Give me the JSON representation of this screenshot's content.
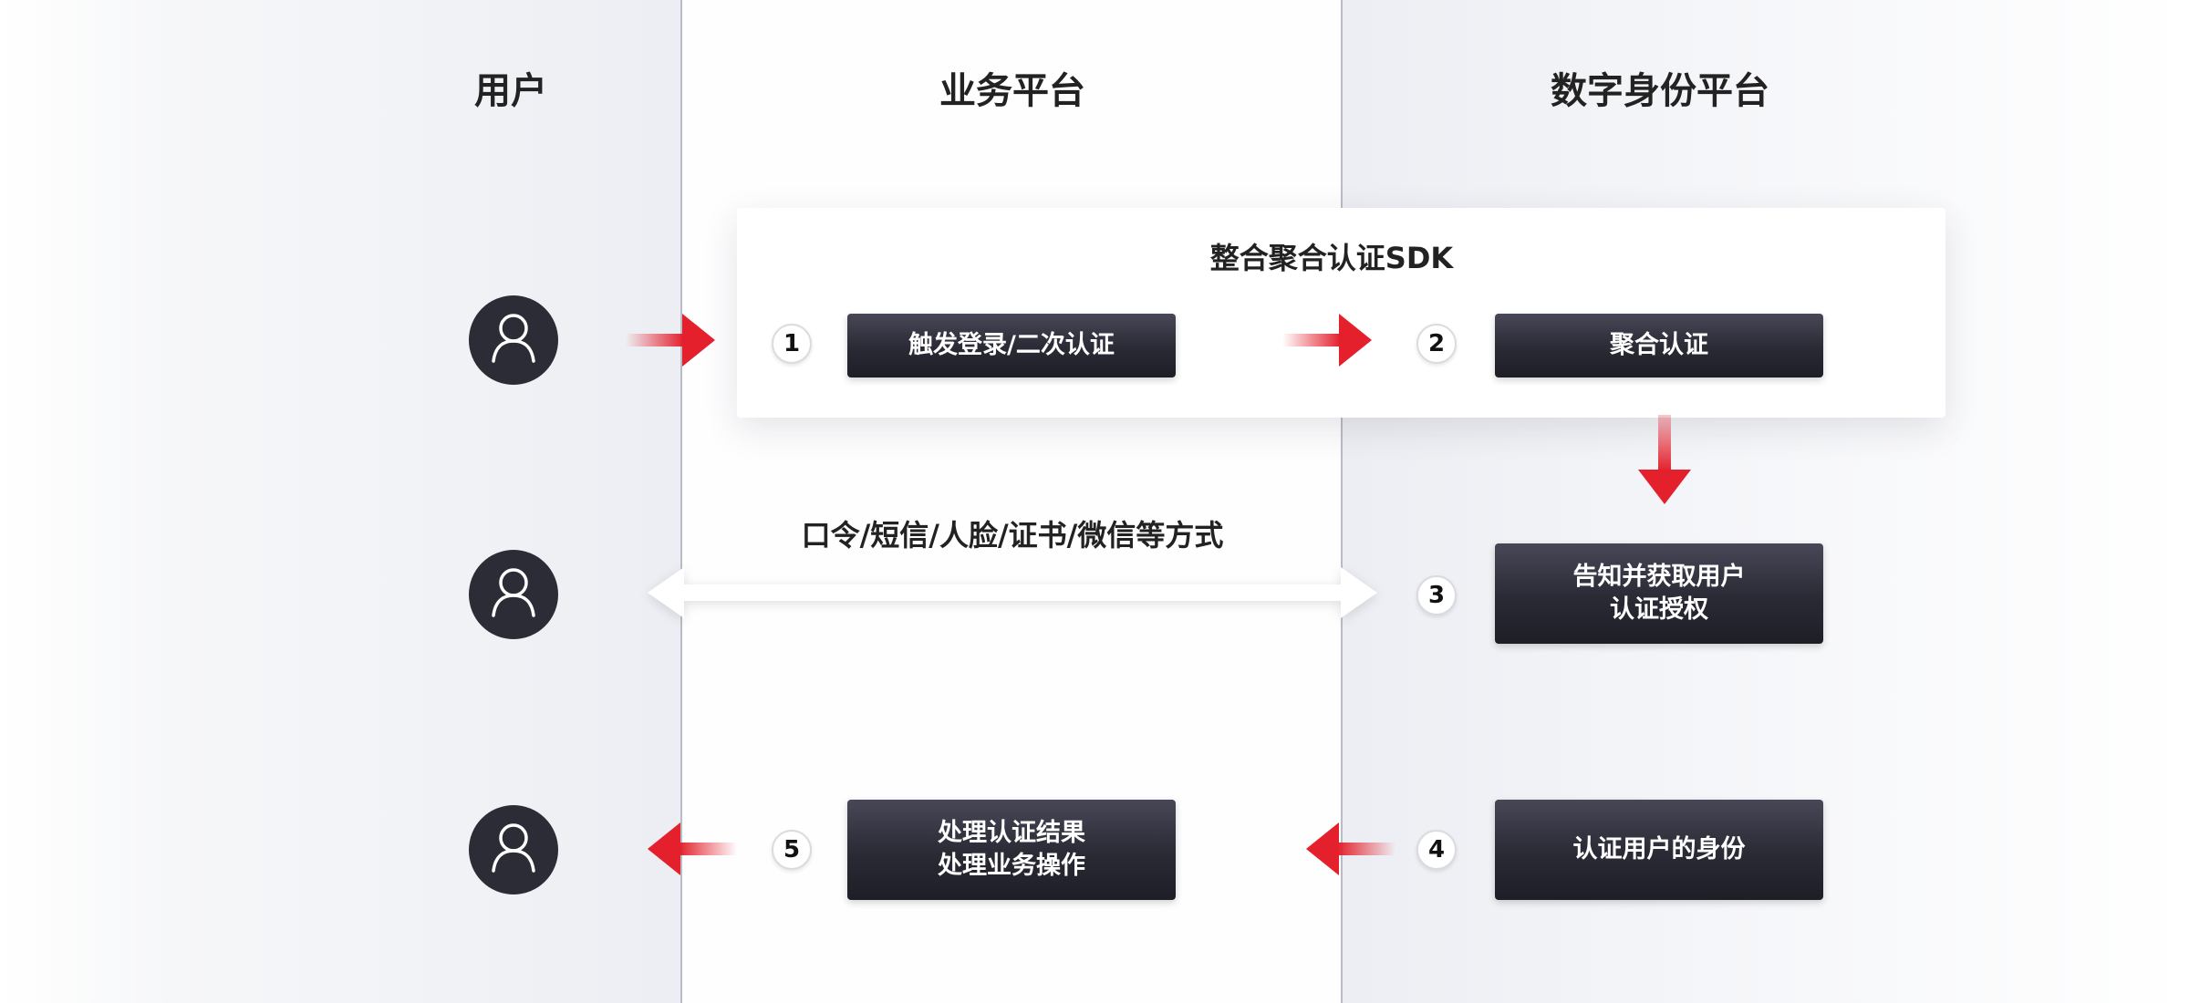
{
  "lanes": {
    "user": "用户",
    "business": "业务平台",
    "identity": "数字身份平台"
  },
  "sdk_card": {
    "title": "整合聚合认证SDK"
  },
  "steps": [
    {
      "num": "1",
      "label": "触发登录/二次认证"
    },
    {
      "num": "2",
      "label": "聚合认证"
    },
    {
      "num": "3",
      "label": "告知并获取用户\n认证授权"
    },
    {
      "num": "4",
      "label": "认证用户的身份"
    },
    {
      "num": "5",
      "label": "处理认证结果\n处理业务操作"
    }
  ],
  "auth_methods": "口令/短信/人脸/证书/微信等方式",
  "icons": {
    "avatar": "user-avatar-icon",
    "arrow": "red-arrow-icon",
    "double_arrow": "white-double-arrow-icon"
  },
  "colors": {
    "accent": "#e3202b",
    "box": "#2c2c36",
    "divider": "#b9bcc4"
  }
}
